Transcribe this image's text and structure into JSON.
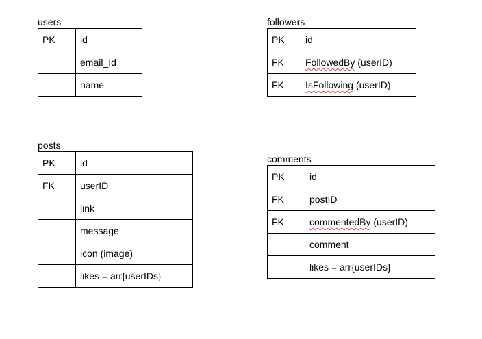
{
  "entities": [
    {
      "id": "users",
      "title": "users",
      "rows": [
        {
          "key": "PK",
          "name": "id",
          "extra": ""
        },
        {
          "key": "",
          "name": "email_Id",
          "extra": ""
        },
        {
          "key": "",
          "name": "name",
          "extra": ""
        }
      ]
    },
    {
      "id": "followers",
      "title": "followers",
      "rows": [
        {
          "key": "PK",
          "name": "id",
          "extra": ""
        },
        {
          "key": "FK",
          "name": "FollowedBy",
          "extra": " (userID)",
          "flagged": true
        },
        {
          "key": "FK",
          "name": "IsFollowing",
          "extra": " (userID)",
          "flagged": true
        }
      ]
    },
    {
      "id": "posts",
      "title": "posts",
      "rows": [
        {
          "key": "PK",
          "name": "id",
          "extra": ""
        },
        {
          "key": "FK",
          "name": "userID",
          "extra": ""
        },
        {
          "key": "",
          "name": "link",
          "extra": ""
        },
        {
          "key": "",
          "name": "message",
          "extra": ""
        },
        {
          "key": "",
          "name": "icon (image)",
          "extra": ""
        },
        {
          "key": "",
          "name": "likes = arr{userIDs}",
          "extra": ""
        }
      ]
    },
    {
      "id": "comments",
      "title": "comments",
      "rows": [
        {
          "key": "PK",
          "name": "id",
          "extra": ""
        },
        {
          "key": "FK",
          "name": "postID",
          "extra": ""
        },
        {
          "key": "FK",
          "name": "commentedBy",
          "extra": " (userID)",
          "flagged": true
        },
        {
          "key": "",
          "name": "comment",
          "extra": ""
        },
        {
          "key": "",
          "name": "likes = arr{userIDs}",
          "extra": ""
        }
      ]
    }
  ]
}
